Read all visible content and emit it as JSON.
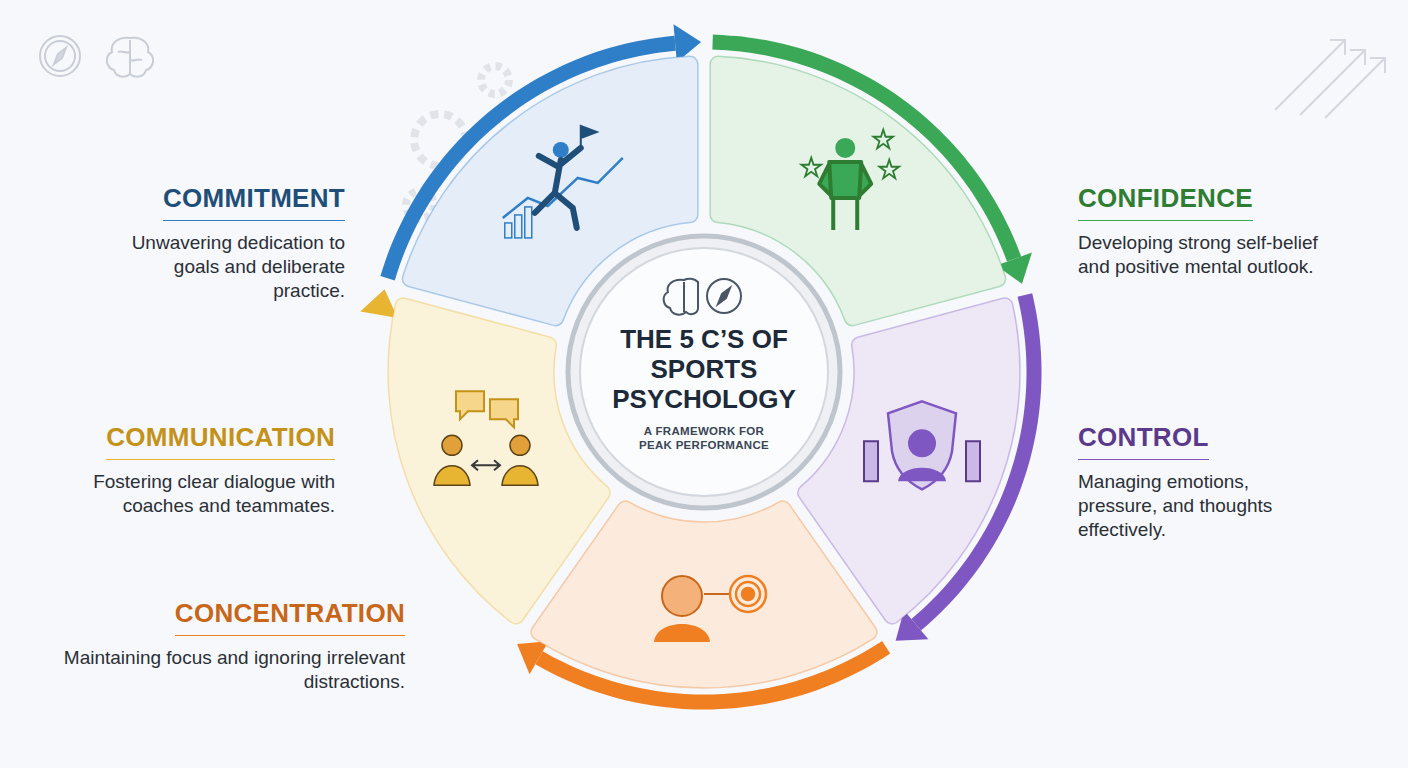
{
  "diagram": {
    "nodes": [
      {
        "text": [
          "THE 5 C’S OF SPORTS PSYCHOLOGY",
          "A FRAMEWORK FOR PEAK PERFORMANCE"
        ]
      },
      {
        "text": [
          "COMMITMENT",
          "Unwavering dedication to goals and deliberate practice."
        ]
      },
      {
        "text": [
          "CONFIDENCE",
          "Developing strong self-belief and positive mental outlook."
        ]
      },
      {
        "text": [
          "CONTROL",
          "Managing emotions, pressure, and thoughts effectively."
        ]
      },
      {
        "text": [
          "CONCENTRATION",
          "Maintaining focus and ignoring irrelevant distractions."
        ]
      },
      {
        "text": [
          "COMMUNICATION",
          "Fostering clear dialogue with coaches and teammates."
        ]
      }
    ],
    "edges": [
      {
        "from": 1,
        "to": 2,
        "arrow": "to"
      },
      {
        "from": 2,
        "to": 3,
        "arrow": "to"
      },
      {
        "from": 3,
        "to": 4,
        "arrow": "to"
      },
      {
        "from": 4,
        "to": 5,
        "arrow": "to"
      },
      {
        "from": 5,
        "to": 1,
        "arrow": "to"
      }
    ]
  }
}
